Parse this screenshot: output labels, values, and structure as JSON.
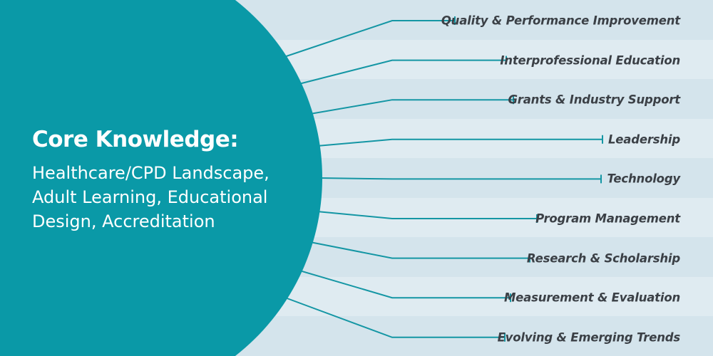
{
  "colors": {
    "circle": "#0a99a7",
    "line": "#1496a4",
    "stripe_dark": "#d4e4ec",
    "stripe_light": "#dfebf1",
    "label_text": "#3b4046"
  },
  "core": {
    "title": "Core Knowledge:",
    "subtitle": "Healthcare/CPD Landscape, Adult Learning, Educational Design, Accreditation"
  },
  "branches": [
    {
      "label": "Quality & Performance Improvement"
    },
    {
      "label": "Interprofessional Education"
    },
    {
      "label": "Grants & Industry Support"
    },
    {
      "label": "Leadership"
    },
    {
      "label": "Technology"
    },
    {
      "label": "Program Management"
    },
    {
      "label": "Research & Scholarship"
    },
    {
      "label": "Measurement & Evaluation"
    },
    {
      "label": "Evolving & Emerging Trends"
    }
  ]
}
